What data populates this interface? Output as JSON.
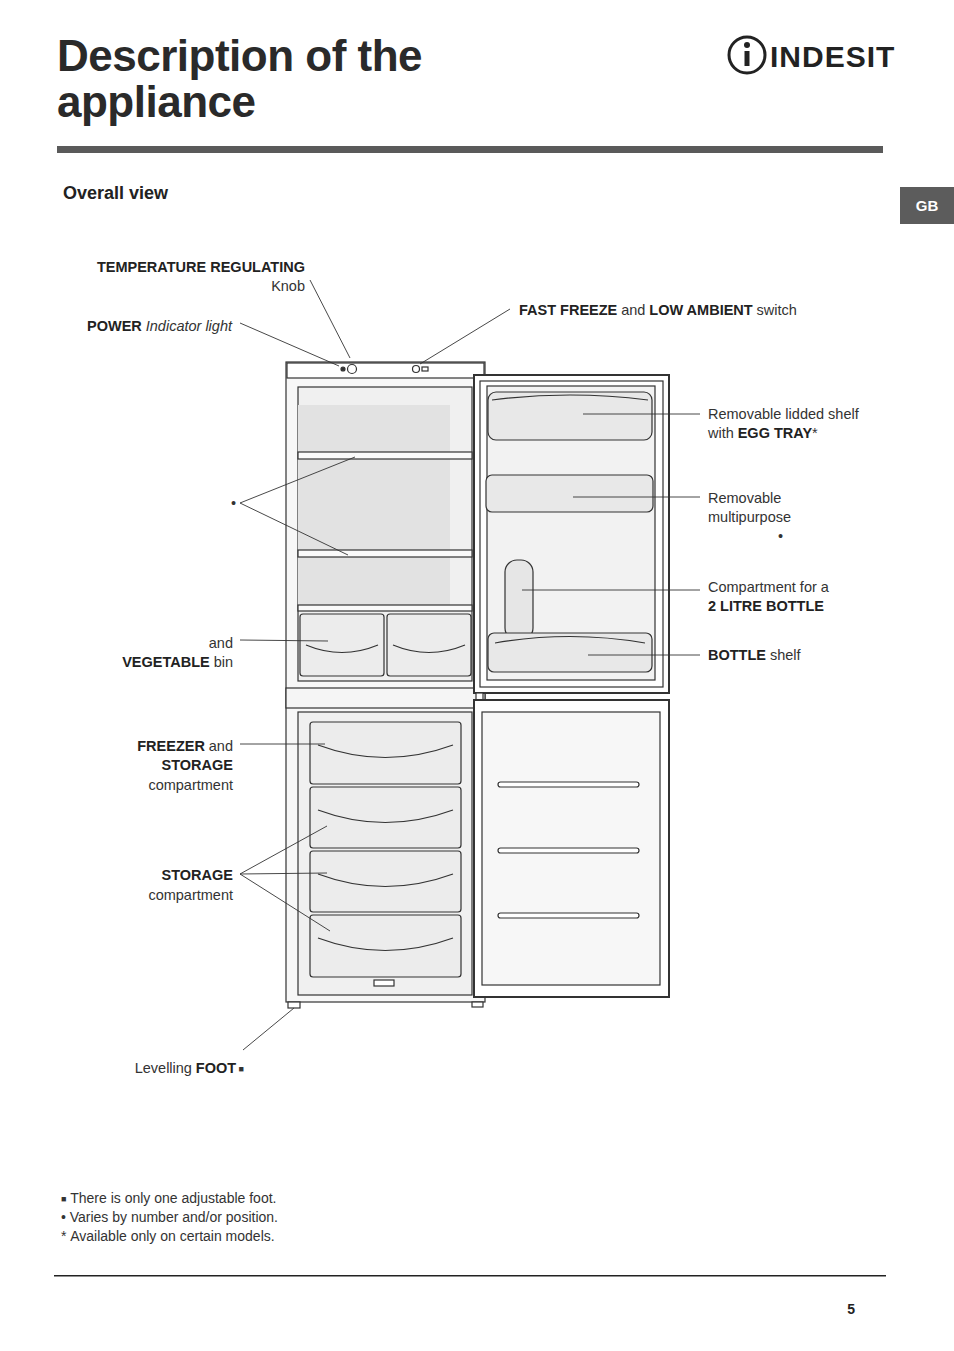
{
  "diagram": {
    "title": "Description of the appliance",
    "nodes": [
      {
        "text": [
          "GB"
        ]
      }
    ],
    "labels": [
      "INDESIT",
      "Overall view",
      "TEMPERATURE REGULATING",
      "Knob",
      "POWER",
      "Indicator light",
      "FAST FREEZE",
      "and",
      "LOW AMBIENT",
      "switch",
      "•",
      "Removable lidded shelf",
      "with",
      "EGG TRAY",
      "*",
      "Removable",
      "multipurpose",
      "•",
      "Compartment for a",
      "2 LITRE BOTTLE",
      "BOTTLE",
      "shelf",
      "and",
      "VEGETABLE",
      "bin",
      "FREEZER",
      "and",
      "STORAGE",
      "compartment",
      "STORAGE",
      "compartment",
      "Levelling",
      "FOOT",
      "■",
      "■",
      "There is only one adjustable foot.",
      "•",
      "Varies by number and/or position.",
      "*",
      "Available only on certain models.",
      "5"
    ]
  }
}
